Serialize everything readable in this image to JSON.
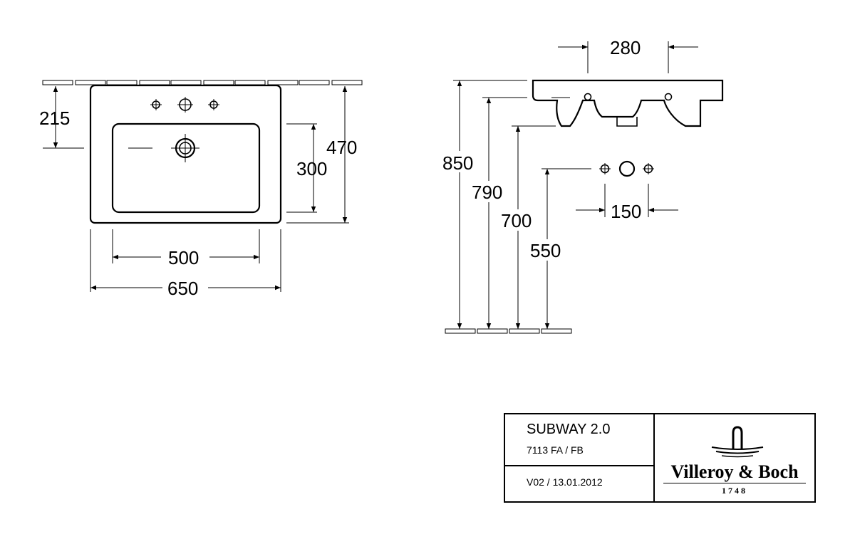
{
  "dimensions": {
    "top_view": {
      "offset_to_tap_holes": "215",
      "bowl_depth": "300",
      "total_depth": "470",
      "bowl_width": "500",
      "total_width": "650"
    },
    "side_view": {
      "outer_holes_spacing": "280",
      "height_top": "850",
      "height_waste": "790",
      "height_bottom": "700",
      "height_tap_axis": "550",
      "tap_holes_spacing": "150"
    }
  },
  "title_block": {
    "product_name": "SUBWAY 2.0",
    "article_code": "7113 FA / FB",
    "version": "V02 / 13.01.2012",
    "brand": "Villeroy & Boch",
    "year": "1748"
  }
}
